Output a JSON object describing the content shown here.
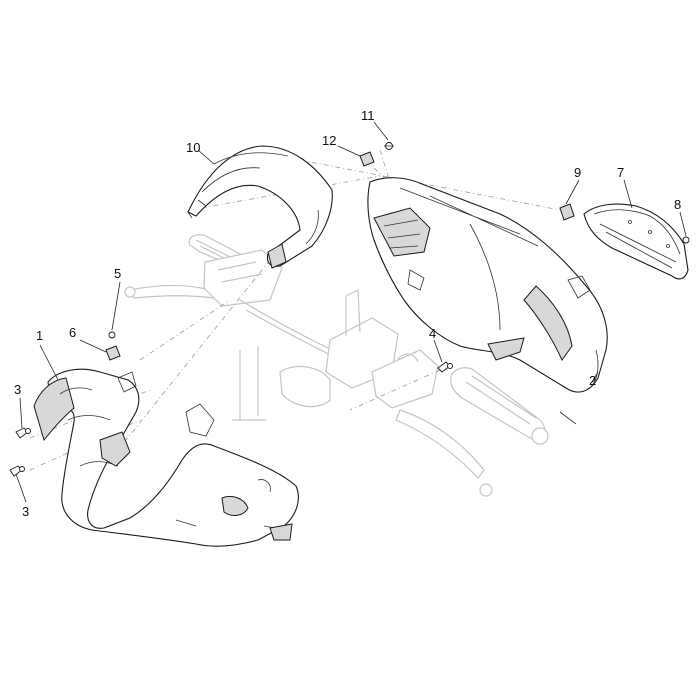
{
  "callouts": [
    {
      "id": "c1",
      "label": "1"
    },
    {
      "id": "c2",
      "label": "2"
    },
    {
      "id": "c3a",
      "label": "3"
    },
    {
      "id": "c3b",
      "label": "3"
    },
    {
      "id": "c4",
      "label": "4"
    },
    {
      "id": "c5",
      "label": "5"
    },
    {
      "id": "c6",
      "label": "6"
    },
    {
      "id": "c7",
      "label": "7"
    },
    {
      "id": "c8",
      "label": "8"
    },
    {
      "id": "c9",
      "label": "9"
    },
    {
      "id": "c10",
      "label": "10"
    },
    {
      "id": "c11",
      "label": "11"
    },
    {
      "id": "c12",
      "label": "12"
    }
  ]
}
